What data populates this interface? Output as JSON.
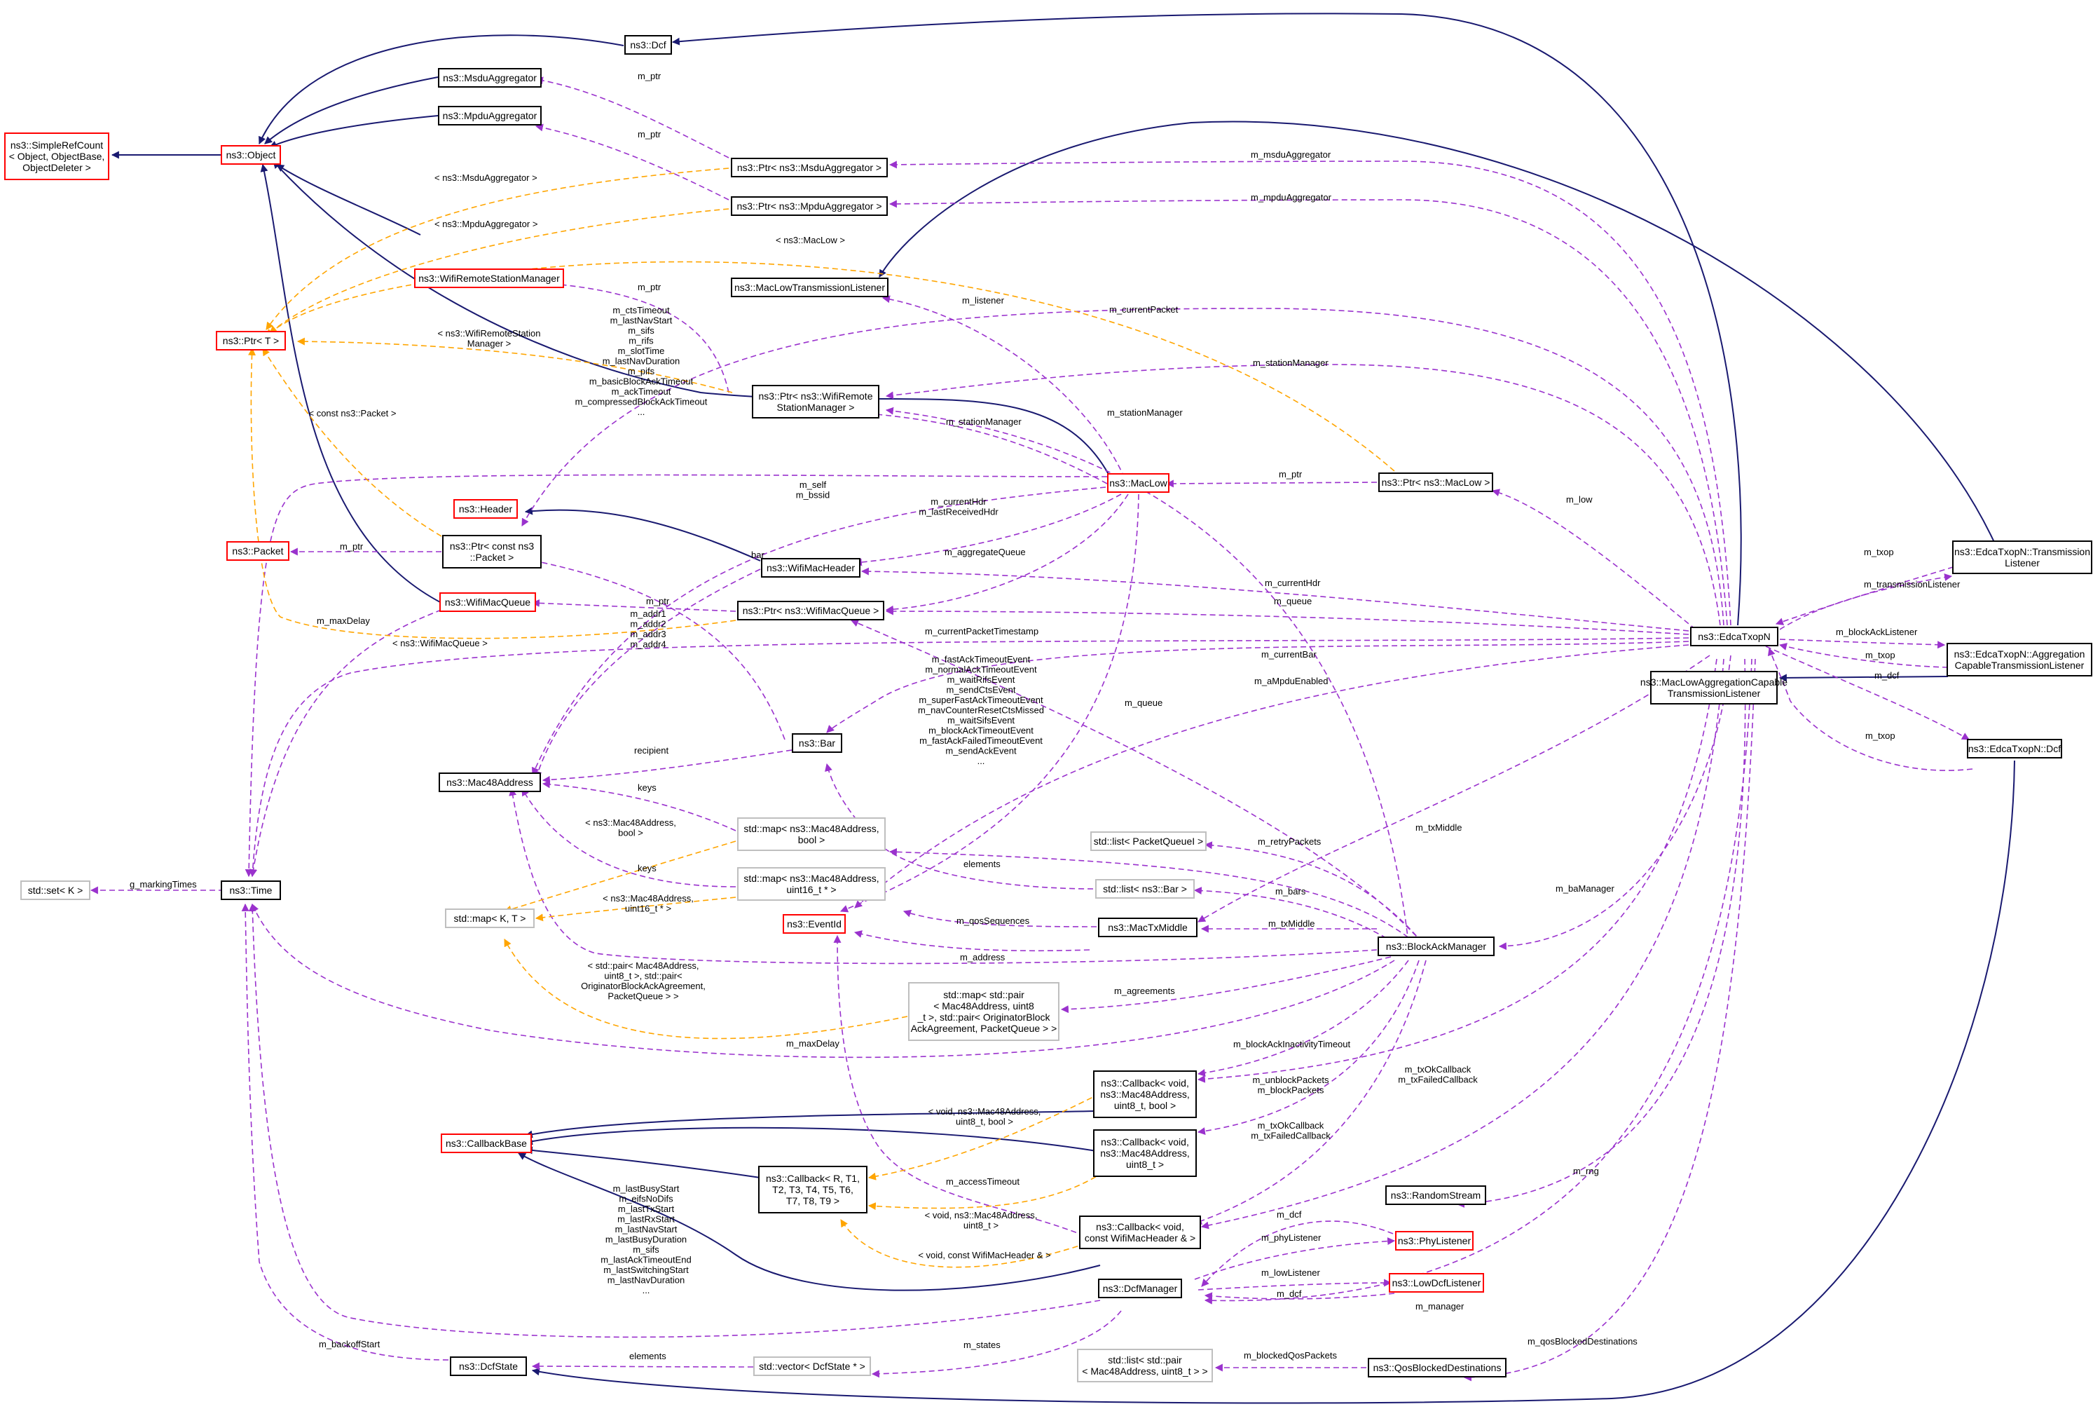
{
  "colors": {
    "inheritance_edge": "#191970",
    "usage_edge": "#9a32cd",
    "template_edge": "#ffa500",
    "node_black": "#000000",
    "node_red": "#ff0000",
    "node_gray": "#bfbfbf",
    "focus_fill": "#bfbfbf"
  },
  "nodes": [
    {
      "id": "dcf",
      "lines": [
        "ns3::Dcf"
      ],
      "border": "black"
    },
    {
      "id": "msdu",
      "lines": [
        "ns3::MsduAggregator"
      ],
      "border": "black"
    },
    {
      "id": "mpdu",
      "lines": [
        "ns3::MpduAggregator"
      ],
      "border": "black"
    },
    {
      "id": "src",
      "lines": [
        "ns3::SimpleRefCount",
        "< Object, ObjectBase,",
        "ObjectDeleter >"
      ],
      "border": "red"
    },
    {
      "id": "object",
      "lines": [
        "ns3::Object"
      ],
      "border": "red"
    },
    {
      "id": "ptrmsdu",
      "lines": [
        "ns3::Ptr< ns3::MsduAggregator >"
      ],
      "border": "black"
    },
    {
      "id": "ptrmpdu",
      "lines": [
        "ns3::Ptr< ns3::MpduAggregator >"
      ],
      "border": "black"
    },
    {
      "id": "wrsm",
      "lines": [
        "ns3::WifiRemoteStationManager"
      ],
      "border": "red"
    },
    {
      "id": "mltl",
      "lines": [
        "ns3::MacLowTransmissionListener"
      ],
      "border": "black"
    },
    {
      "id": "ptrT",
      "lines": [
        "ns3::Ptr< T >"
      ],
      "border": "red"
    },
    {
      "id": "ptrwrsm",
      "lines": [
        "ns3::Ptr< ns3::WifiRemote",
        "StationManager >"
      ],
      "border": "black"
    },
    {
      "id": "header",
      "lines": [
        "ns3::Header"
      ],
      "border": "red"
    },
    {
      "id": "maclow",
      "lines": [
        "ns3::MacLow"
      ],
      "border": "red"
    },
    {
      "id": "ptrmaclow",
      "lines": [
        "ns3::Ptr< ns3::MacLow >"
      ],
      "border": "black"
    },
    {
      "id": "packet",
      "lines": [
        "ns3::Packet"
      ],
      "border": "red"
    },
    {
      "id": "ptrpacket",
      "lines": [
        "ns3::Ptr< const ns3",
        "::Packet >"
      ],
      "border": "black"
    },
    {
      "id": "wmh",
      "lines": [
        "ns3::WifiMacHeader"
      ],
      "border": "black"
    },
    {
      "id": "wmq",
      "lines": [
        "ns3::WifiMacQueue"
      ],
      "border": "red"
    },
    {
      "id": "ptrwmq",
      "lines": [
        "ns3::Ptr< ns3::WifiMacQueue >"
      ],
      "border": "black"
    },
    {
      "id": "edca",
      "lines": [
        "ns3::EdcaTxopN"
      ],
      "border": "black",
      "focus": true
    },
    {
      "id": "tl",
      "lines": [
        "ns3::EdcaTxopN::Transmission",
        "Listener"
      ],
      "border": "black"
    },
    {
      "id": "actl",
      "lines": [
        "ns3::EdcaTxopN::Aggregation",
        "CapableTransmissionListener"
      ],
      "border": "black"
    },
    {
      "id": "mlactl",
      "lines": [
        "ns3::MacLowAggregationCapable",
        "TransmissionListener"
      ],
      "border": "black"
    },
    {
      "id": "edcadcf",
      "lines": [
        "ns3::EdcaTxopN::Dcf"
      ],
      "border": "black"
    },
    {
      "id": "mac48",
      "lines": [
        "ns3::Mac48Address"
      ],
      "border": "black"
    },
    {
      "id": "bar",
      "lines": [
        "ns3::Bar"
      ],
      "border": "black"
    },
    {
      "id": "mapbool",
      "lines": [
        "std::map< ns3::Mac48Address,",
        "bool >"
      ],
      "border": "gray"
    },
    {
      "id": "setK",
      "lines": [
        "std::set< K >"
      ],
      "border": "gray"
    },
    {
      "id": "time",
      "lines": [
        "ns3::Time"
      ],
      "border": "black"
    },
    {
      "id": "mapuint",
      "lines": [
        "std::map< ns3::Mac48Address,",
        "uint16_t * >"
      ],
      "border": "gray"
    },
    {
      "id": "mapKT",
      "lines": [
        "std::map< K, T >"
      ],
      "border": "gray"
    },
    {
      "id": "eventid",
      "lines": [
        "ns3::EventId"
      ],
      "border": "red"
    },
    {
      "id": "listpq",
      "lines": [
        "std::list< PacketQueueI >"
      ],
      "border": "gray"
    },
    {
      "id": "listbar",
      "lines": [
        "std::list< ns3::Bar >"
      ],
      "border": "gray"
    },
    {
      "id": "mactxm",
      "lines": [
        "ns3::MacTxMiddle"
      ],
      "border": "black"
    },
    {
      "id": "bam",
      "lines": [
        "ns3::BlockAckManager"
      ],
      "border": "black"
    },
    {
      "id": "mappair",
      "lines": [
        "std::map< std::pair",
        "< Mac48Address, uint8",
        "_t >, std::pair< OriginatorBlock",
        "AckAgreement, PacketQueue > >"
      ],
      "border": "gray"
    },
    {
      "id": "cbbool",
      "lines": [
        "ns3::Callback< void,",
        "ns3::Mac48Address,",
        "uint8_t, bool >"
      ],
      "border": "black"
    },
    {
      "id": "cbbase",
      "lines": [
        "ns3::CallbackBase"
      ],
      "border": "red"
    },
    {
      "id": "cbu8",
      "lines": [
        "ns3::Callback< void,",
        "ns3::Mac48Address,",
        "uint8_t >"
      ],
      "border": "black"
    },
    {
      "id": "cbRT",
      "lines": [
        "ns3::Callback< R, T1,",
        "T2, T3, T4, T5, T6,",
        "T7, T8, T9 >"
      ],
      "border": "black"
    },
    {
      "id": "rs",
      "lines": [
        "ns3::RandomStream"
      ],
      "border": "black"
    },
    {
      "id": "cbwmh",
      "lines": [
        "ns3::Callback< void,",
        "const WifiMacHeader & >"
      ],
      "border": "black"
    },
    {
      "id": "phyl",
      "lines": [
        "ns3::PhyListener"
      ],
      "border": "red"
    },
    {
      "id": "lowdcf",
      "lines": [
        "ns3::LowDcfListener"
      ],
      "border": "red"
    },
    {
      "id": "dcfm",
      "lines": [
        "ns3::DcfManager"
      ],
      "border": "black"
    },
    {
      "id": "dcfstate",
      "lines": [
        "ns3::DcfState"
      ],
      "border": "black"
    },
    {
      "id": "vecdcf",
      "lines": [
        "std::vector< DcfState * >"
      ],
      "border": "gray"
    },
    {
      "id": "listpair",
      "lines": [
        "std::list< std::pair",
        "< Mac48Address, uint8_t > >"
      ],
      "border": "gray"
    },
    {
      "id": "qbd",
      "lines": [
        "ns3::QosBlockedDestinations"
      ],
      "border": "black"
    }
  ],
  "edge_labels": [
    {
      "id": "l_mptr1",
      "lines": [
        "m_ptr"
      ]
    },
    {
      "id": "l_mptr2",
      "lines": [
        "m_ptr"
      ]
    },
    {
      "id": "l_msduagg",
      "lines": [
        "m_msduAggregator"
      ]
    },
    {
      "id": "l_mpduagg",
      "lines": [
        "m_mpduAggregator"
      ]
    },
    {
      "id": "l_t_msdu",
      "lines": [
        "< ns3::MsduAggregator >"
      ]
    },
    {
      "id": "l_t_mpdu",
      "lines": [
        "< ns3::MpduAggregator >"
      ]
    },
    {
      "id": "l_t_maclow",
      "lines": [
        "< ns3::MacLow >"
      ]
    },
    {
      "id": "l_mptr3",
      "lines": [
        "m_ptr"
      ]
    },
    {
      "id": "l_listener",
      "lines": [
        "m_listener"
      ]
    },
    {
      "id": "l_curpkt",
      "lines": [
        "m_currentPacket"
      ]
    },
    {
      "id": "l_t_wrsm",
      "lines": [
        "< ns3::WifiRemoteStation",
        "Manager >"
      ]
    },
    {
      "id": "l_timers",
      "lines": [
        "m_ctsTimeout",
        "m_lastNavStart",
        "m_sifs",
        "m_rifs",
        "m_slotTime",
        "m_lastNavDuration",
        "m_pifs",
        "m_basicBlockAckTimeout",
        "m_ackTimeout",
        "m_compressedBlockAckTimeout",
        "..."
      ]
    },
    {
      "id": "l_stmgr1",
      "lines": [
        "m_stationManager"
      ]
    },
    {
      "id": "l_stmgr2",
      "lines": [
        "m_stationManager"
      ]
    },
    {
      "id": "l_stmgr3",
      "lines": [
        "m_stationManager"
      ]
    },
    {
      "id": "l_t_pkt",
      "lines": [
        "< const ns3::Packet >"
      ]
    },
    {
      "id": "l_mptr4",
      "lines": [
        "m_ptr"
      ]
    },
    {
      "id": "l_mlow",
      "lines": [
        "m_low"
      ]
    },
    {
      "id": "l_self",
      "lines": [
        "m_self",
        "m_bssid"
      ]
    },
    {
      "id": "l_curhdr1",
      "lines": [
        "m_currentHdr",
        "m_lastReceivedHdr"
      ]
    },
    {
      "id": "l_aggq",
      "lines": [
        "m_aggregateQueue"
      ]
    },
    {
      "id": "l_mptr5",
      "lines": [
        "m_ptr"
      ]
    },
    {
      "id": "l_txop1",
      "lines": [
        "m_txop"
      ]
    },
    {
      "id": "l_trlist",
      "lines": [
        "m_transmissionListener"
      ]
    },
    {
      "id": "l_curhdr2",
      "lines": [
        "m_currentHdr"
      ]
    },
    {
      "id": "l_queue1",
      "lines": [
        "m_queue"
      ]
    },
    {
      "id": "l_bar",
      "lines": [
        "bar"
      ]
    },
    {
      "id": "l_mptr6",
      "lines": [
        "m_ptr"
      ]
    },
    {
      "id": "l_maxdelay1",
      "lines": [
        "m_maxDelay"
      ]
    },
    {
      "id": "l_addr",
      "lines": [
        "m_addr1",
        "m_addr2",
        "m_addr3",
        "m_addr4"
      ]
    },
    {
      "id": "l_t_wmq",
      "lines": [
        "< ns3::WifiMacQueue >"
      ]
    },
    {
      "id": "l_cpts",
      "lines": [
        "m_currentPacketTimestamp"
      ]
    },
    {
      "id": "l_events",
      "lines": [
        "m_fastAckTimeoutEvent",
        "m_normalAckTimeoutEvent",
        "m_waitRifsEvent",
        "m_sendCtsEvent",
        "m_superFastAckTimeoutEvent",
        "m_navCounterResetCtsMissed",
        "m_waitSifsEvent",
        "m_blockAckTimeoutEvent",
        "m_fastAckFailedTimeoutEvent",
        "m_sendAckEvent",
        "..."
      ]
    },
    {
      "id": "l_curbar",
      "lines": [
        "m_currentBar"
      ]
    },
    {
      "id": "l_ampdu",
      "lines": [
        "m_aMpduEnabled"
      ]
    },
    {
      "id": "l_balist",
      "lines": [
        "m_blockAckListener"
      ]
    },
    {
      "id": "l_txop2",
      "lines": [
        "m_txop"
      ]
    },
    {
      "id": "l_dcf",
      "lines": [
        "m_dcf"
      ]
    },
    {
      "id": "l_queue2",
      "lines": [
        "m_queue"
      ]
    },
    {
      "id": "l_txop3",
      "lines": [
        "m_txop"
      ]
    },
    {
      "id": "l_recipient",
      "lines": [
        "recipient"
      ]
    },
    {
      "id": "l_keys1",
      "lines": [
        "keys"
      ]
    },
    {
      "id": "l_t_mapbool",
      "lines": [
        "< ns3::Mac48Address,",
        "bool >"
      ]
    },
    {
      "id": "l_elements1",
      "lines": [
        "elements"
      ]
    },
    {
      "id": "l_txmiddle1",
      "lines": [
        "m_txMiddle"
      ]
    },
    {
      "id": "l_retry",
      "lines": [
        "m_retryPackets"
      ]
    },
    {
      "id": "l_gmark",
      "lines": [
        "g_markingTimes"
      ]
    },
    {
      "id": "l_keys2",
      "lines": [
        "keys"
      ]
    },
    {
      "id": "l_t_mapuint",
      "lines": [
        "< ns3::Mac48Address,",
        "uint16_t * >"
      ]
    },
    {
      "id": "l_bars",
      "lines": [
        "m_bars"
      ]
    },
    {
      "id": "l_qosseq",
      "lines": [
        "m_qosSequences"
      ]
    },
    {
      "id": "l_txmiddle2",
      "lines": [
        "m_txMiddle"
      ]
    },
    {
      "id": "l_bamgr",
      "lines": [
        "m_baManager"
      ]
    },
    {
      "id": "l_address",
      "lines": [
        "m_address"
      ]
    },
    {
      "id": "l_t_pair",
      "lines": [
        "< std::pair< Mac48Address,",
        "uint8_t >, std::pair<",
        "OriginatorBlockAckAgreement,",
        "PacketQueue > >"
      ]
    },
    {
      "id": "l_agree",
      "lines": [
        "m_agreements"
      ]
    },
    {
      "id": "l_maxdelay2",
      "lines": [
        "m_maxDelay"
      ]
    },
    {
      "id": "l_bait",
      "lines": [
        "m_blockAckInactivityTimeout"
      ]
    },
    {
      "id": "l_txok1",
      "lines": [
        "m_txOkCallback",
        "m_txFailedCallback"
      ]
    },
    {
      "id": "l_unblock",
      "lines": [
        "m_unblockPackets",
        "m_blockPackets"
      ]
    },
    {
      "id": "l_t_cbbool",
      "lines": [
        "< void, ns3::Mac48Address,",
        "uint8_t, bool >"
      ]
    },
    {
      "id": "l_txok2",
      "lines": [
        "m_txOkCallback",
        "m_txFailedCallback"
      ]
    },
    {
      "id": "l_access",
      "lines": [
        "m_accessTimeout"
      ]
    },
    {
      "id": "l_t_cbu8",
      "lines": [
        "< void, ns3::Mac48Address,",
        "uint8_t >"
      ]
    },
    {
      "id": "l_rng",
      "lines": [
        "m_rng"
      ]
    },
    {
      "id": "l_t_cbwmh",
      "lines": [
        "< void, const WifiMacHeader & >"
      ]
    },
    {
      "id": "l_dcf2",
      "lines": [
        "m_dcf"
      ]
    },
    {
      "id": "l_phylist",
      "lines": [
        "m_phyListener"
      ]
    },
    {
      "id": "l_lowlist",
      "lines": [
        "m_lowListener"
      ]
    },
    {
      "id": "l_dcf3",
      "lines": [
        "m_dcf"
      ]
    },
    {
      "id": "l_manager",
      "lines": [
        "m_manager"
      ]
    },
    {
      "id": "l_dcftimes",
      "lines": [
        "m_lastBusyStart",
        "m_eifsNoDifs",
        "m_lastTxStart",
        "m_lastRxStart",
        "m_lastNavStart",
        "m_lastBusyDuration",
        "m_sifs",
        "m_lastAckTimeoutEnd",
        "m_lastSwitchingStart",
        "m_lastNavDuration",
        "..."
      ]
    },
    {
      "id": "l_qosblk",
      "lines": [
        "m_qosBlockedDestinations"
      ]
    },
    {
      "id": "l_backoff",
      "lines": [
        "m_backoffStart"
      ]
    },
    {
      "id": "l_elements2",
      "lines": [
        "elements"
      ]
    },
    {
      "id": "l_states",
      "lines": [
        "m_states"
      ]
    },
    {
      "id": "l_blkqos",
      "lines": [
        "m_blockedQosPackets"
      ]
    }
  ]
}
